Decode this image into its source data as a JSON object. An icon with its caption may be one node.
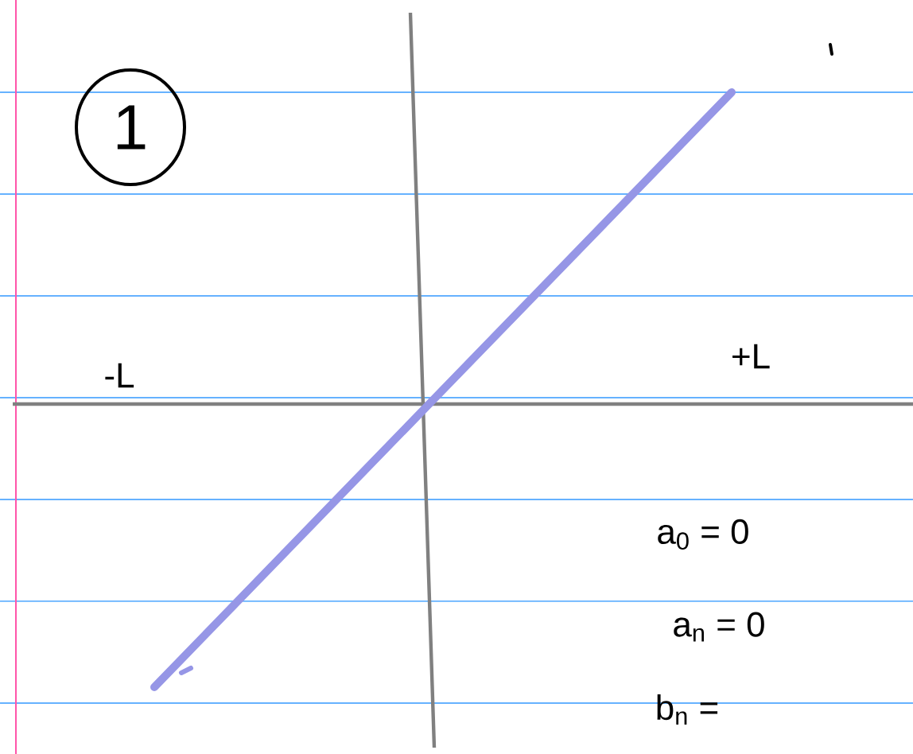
{
  "diagram": {
    "labels": [
      "1",
      "-L",
      "+L",
      "a$_{0}$ = 0",
      "a$_{n}$ = 0",
      "b$_{n}$ ="
    ]
  }
}
